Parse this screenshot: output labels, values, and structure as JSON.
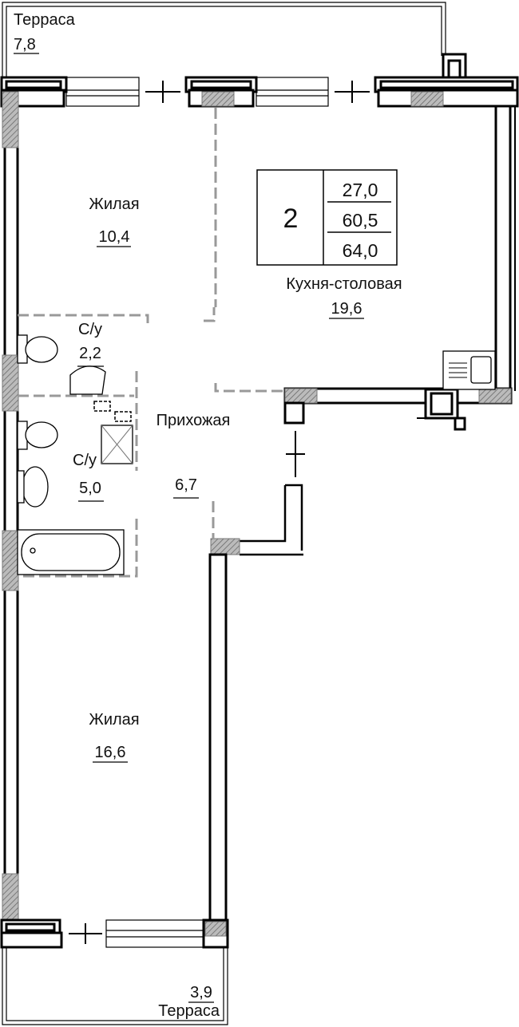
{
  "apartment": {
    "rooms_count": "2",
    "living_area": "27,0",
    "total_area_no_terrace": "60,5",
    "total_area": "64,0"
  },
  "rooms": {
    "terrace_top": {
      "name": "Терраса",
      "area": "7,8"
    },
    "living_1": {
      "name": "Жилая",
      "area": "10,4"
    },
    "kitchen": {
      "name": "Кухня-столовая",
      "area": "19,6"
    },
    "bathroom_1": {
      "name": "С/у",
      "area": "2,2"
    },
    "hallway": {
      "name": "Прихожая",
      "area": "6,7"
    },
    "bathroom_2": {
      "name": "С/у",
      "area": "5,0"
    },
    "living_2": {
      "name": "Жилая",
      "area": "16,6"
    },
    "terrace_bottom": {
      "name": "Терраса",
      "area": "3,9"
    }
  }
}
